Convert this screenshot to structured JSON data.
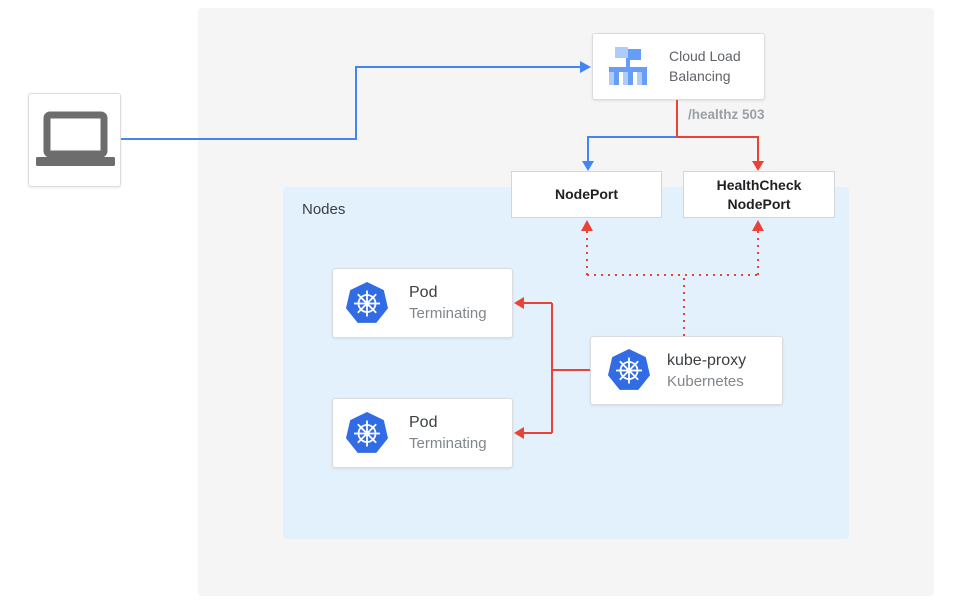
{
  "diagram": {
    "nodes_label": "Nodes",
    "cloud_load_balancing": {
      "line1": "Cloud Load",
      "line2": "Balancing"
    },
    "healthz_label": "/healthz 503",
    "nodeport": {
      "label": "NodePort"
    },
    "healthcheck_nodeport": {
      "line1": "HealthCheck",
      "line2": "NodePort"
    },
    "pods": [
      {
        "title": "Pod",
        "subtitle": "Terminating"
      },
      {
        "title": "Pod",
        "subtitle": "Terminating"
      }
    ],
    "kube_proxy": {
      "title": "kube-proxy",
      "subtitle": "Kubernetes"
    },
    "icons": {
      "client": "laptop-icon",
      "load_balancer": "load-balancer-icon",
      "kubernetes": "kubernetes-icon"
    }
  },
  "colors": {
    "blue": "#4285F4",
    "red": "#EA4335",
    "nodes_bg": "#E3F1FC",
    "canvas_bg": "#F5F5F6",
    "k8s_blue": "#326CE5",
    "icon_gray": "#6D6D6D"
  }
}
